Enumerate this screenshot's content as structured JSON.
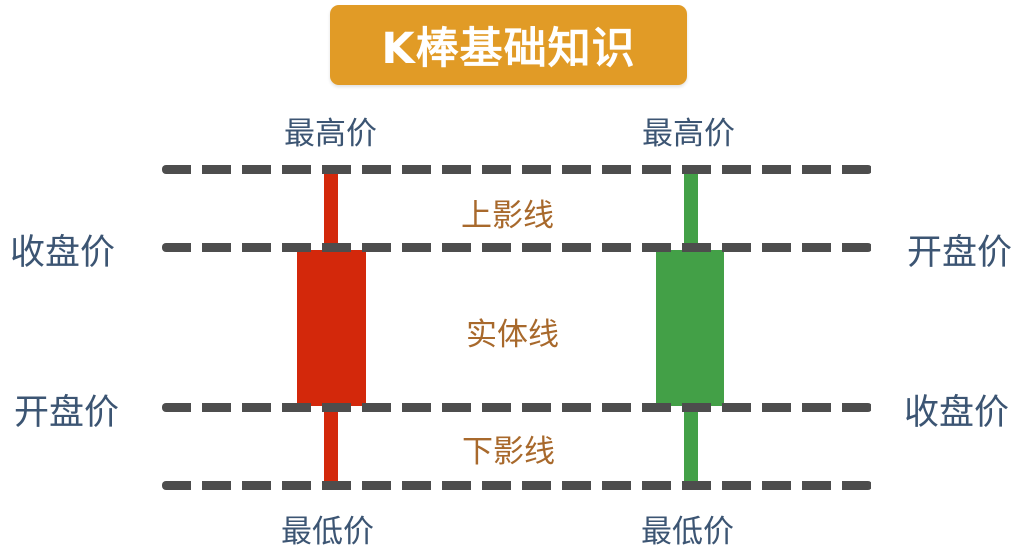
{
  "title": "K棒基础知识",
  "colors": {
    "title_bg": "#e19b26",
    "title_text": "#ffffff",
    "dash_line": "#4d4d4d",
    "bullish_candle": "#d3280b",
    "bearish_candle": "#43a047",
    "price_label": "#3c5573",
    "part_label": "#a8692c"
  },
  "candles": {
    "red": {
      "top_label": "最高价",
      "bottom_label": "最低价",
      "upper_side_label": "收盘价",
      "lower_side_label": "开盘价"
    },
    "green": {
      "top_label": "最高价",
      "bottom_label": "最低价",
      "upper_side_label": "开盘价",
      "lower_side_label": "收盘价"
    }
  },
  "parts": {
    "upper_shadow": "上影线",
    "real_body": "实体线",
    "lower_shadow": "下影线"
  }
}
